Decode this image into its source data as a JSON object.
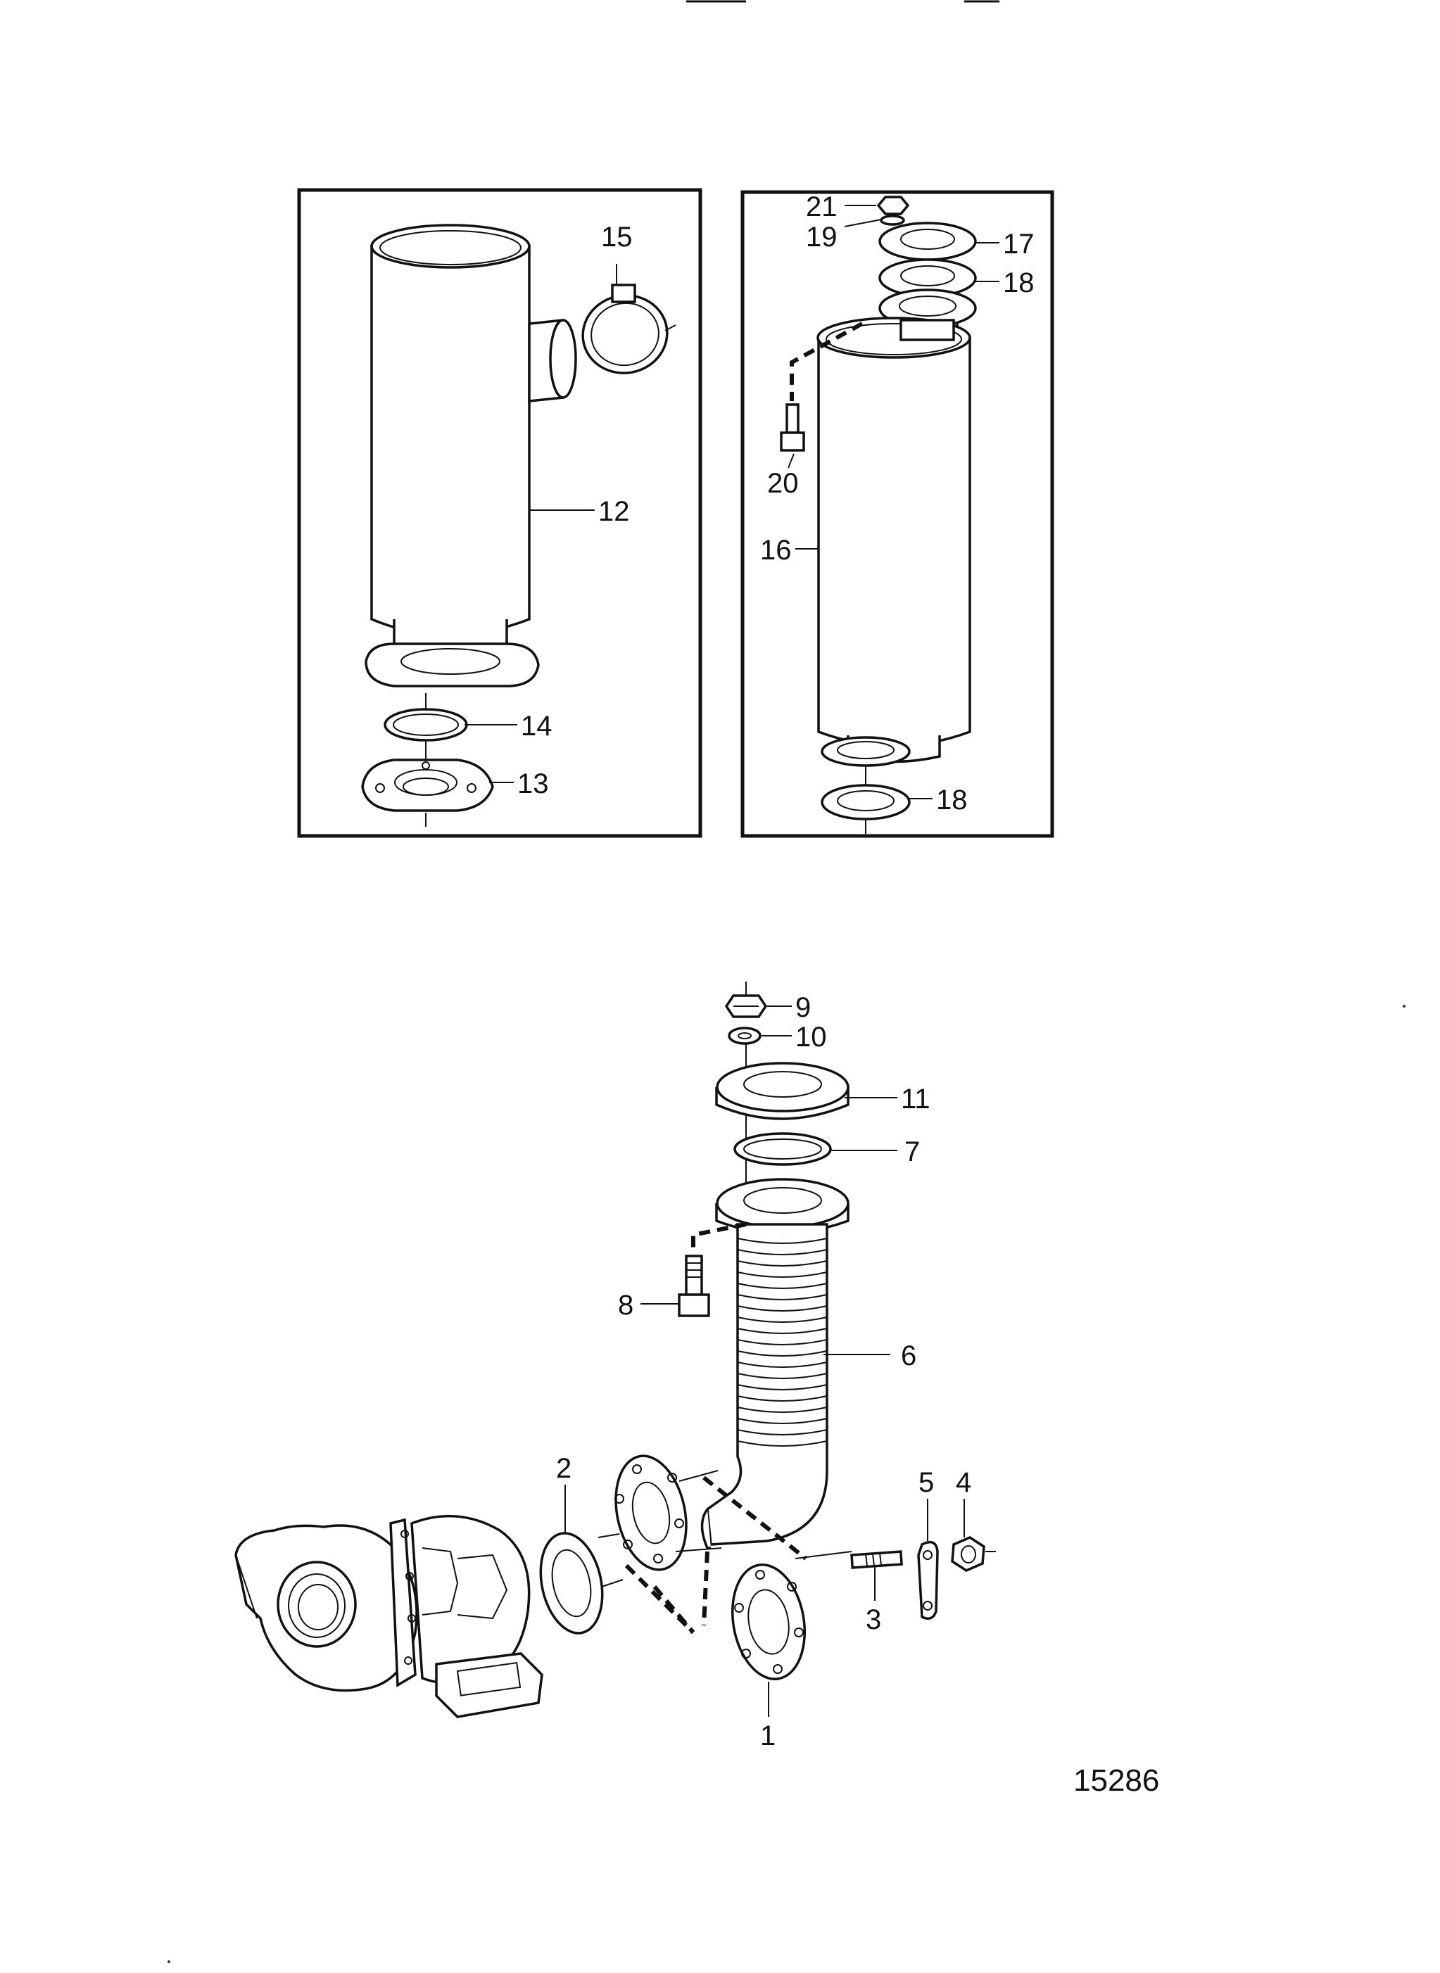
{
  "figure_number": "15286",
  "callouts": [
    {
      "id": "c1",
      "text": "1"
    },
    {
      "id": "c2",
      "text": "2"
    },
    {
      "id": "c3",
      "text": "3"
    },
    {
      "id": "c4",
      "text": "4"
    },
    {
      "id": "c5",
      "text": "5"
    },
    {
      "id": "c6",
      "text": "6"
    },
    {
      "id": "c7",
      "text": "7"
    },
    {
      "id": "c8",
      "text": "8"
    },
    {
      "id": "c9",
      "text": "9"
    },
    {
      "id": "c10",
      "text": "10"
    },
    {
      "id": "c11",
      "text": "11"
    },
    {
      "id": "c12",
      "text": "12"
    },
    {
      "id": "c13",
      "text": "13"
    },
    {
      "id": "c14",
      "text": "14"
    },
    {
      "id": "c15",
      "text": "15"
    },
    {
      "id": "c16",
      "text": "16"
    },
    {
      "id": "c17",
      "text": "17"
    },
    {
      "id": "c18a",
      "text": "18"
    },
    {
      "id": "c18b",
      "text": "18"
    },
    {
      "id": "c19",
      "text": "19"
    },
    {
      "id": "c20",
      "text": "20"
    },
    {
      "id": "c21",
      "text": "21"
    }
  ]
}
